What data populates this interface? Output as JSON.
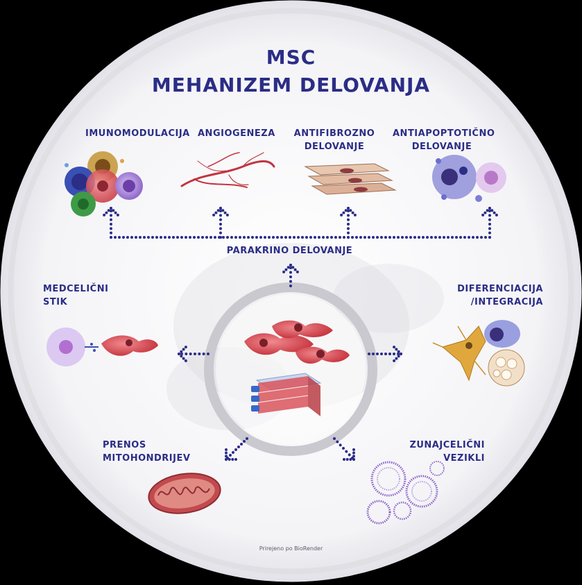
{
  "title": {
    "line1": "MSC",
    "line2": "MEHANIZEM DELOVANJA"
  },
  "top_effects": [
    {
      "label_lines": [
        "IMUNOMODULACIJA"
      ]
    },
    {
      "label_lines": [
        "ANGIOGENEZA"
      ]
    },
    {
      "label_lines": [
        "ANTIFIBROZNO",
        "DELOVANJE"
      ]
    },
    {
      "label_lines": [
        "ANTIAPOPTOTIČNO",
        "DELOVANJE"
      ]
    }
  ],
  "paracrine_label": "PARAKRINO DELOVANJE",
  "side_effects": {
    "gap_junction": {
      "line1": "MEDCELIČNI",
      "line2": "STIK"
    },
    "differentiation": {
      "line1": "DIFERENCIACIJA",
      "line2": "/INTEGRACIJA"
    },
    "mitochondria": {
      "line1": "PRENOS",
      "line2": "MITOHONDRIJEV"
    },
    "vesicles": {
      "line1": "ZUNAJCELIČNI",
      "line2": "VEZIKLI"
    }
  },
  "credit": "Prirejeno po BioRender",
  "colors": {
    "label_blue": "#2b2d86",
    "dotted_arrow": "#2b2d86",
    "ring_gray": "#c9c9cf",
    "background": "#000000",
    "disc": "#f6f6f8",
    "cell_red": "#d94b52"
  }
}
